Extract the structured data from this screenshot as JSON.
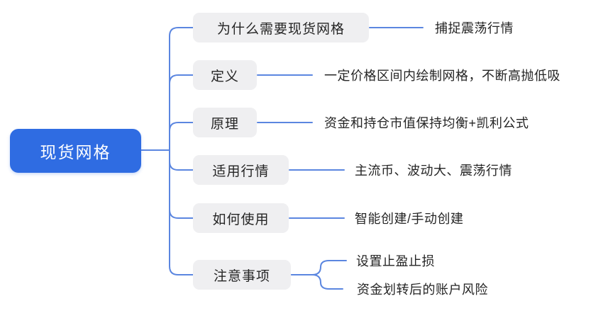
{
  "mindmap": {
    "root": {
      "label": "现货网格"
    },
    "branches": [
      {
        "label": "为什么需要现货网格",
        "children": [
          "捕捉震荡行情"
        ]
      },
      {
        "label": "定义",
        "children": [
          "一定价格区间内绘制网格，不断高抛低吸"
        ]
      },
      {
        "label": "原理",
        "children": [
          "资金和持仓市值保持均衡+凯利公式"
        ]
      },
      {
        "label": "适用行情",
        "children": [
          "主流币、波动大、震荡行情"
        ]
      },
      {
        "label": "如何使用",
        "children": [
          "智能创建/手动创建"
        ]
      },
      {
        "label": "注意事项",
        "children": [
          "设置止盈止损",
          "资金划转后的账户风险"
        ]
      }
    ],
    "colors": {
      "root_background": "#2f6ce2",
      "root_text": "#ffffff",
      "branch_background": "#efeff1",
      "branch_text": "#252525",
      "connector": "#5b86e0",
      "leaf_text": "#252525"
    }
  }
}
